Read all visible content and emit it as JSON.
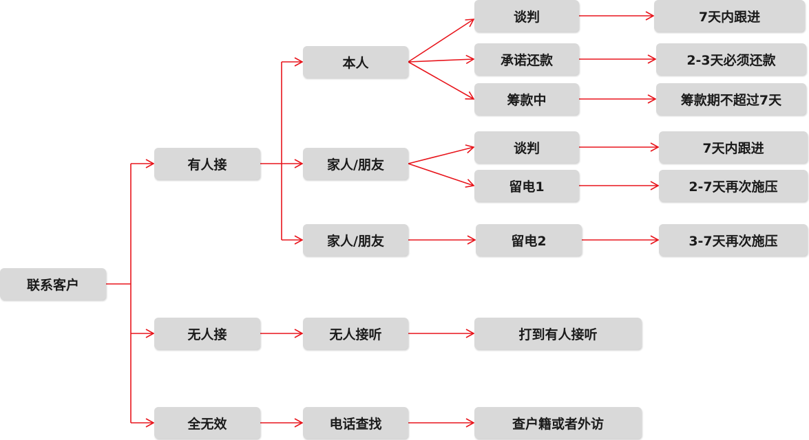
{
  "colors": {
    "node_fill": "#d9d9d9",
    "connector": "#e8141b",
    "text": "#1a1a1a"
  },
  "root": {
    "label": "联系客户"
  },
  "level1": {
    "answered": "有人接",
    "no_answer": "无人接",
    "invalid": "全无效"
  },
  "level2": {
    "self": "本人",
    "family_1": "家人/朋友",
    "family_2": "家人/朋友",
    "no_one": "无人接听",
    "phone_search": "电话查找"
  },
  "level3": {
    "self_negotiate": "谈判",
    "self_promise": "承诺还款",
    "self_raising": "筹款中",
    "family_negotiate": "谈判",
    "family_message_1": "留电1",
    "family_message_2": "留电2",
    "reach_someone": "打到有人接听",
    "check_visit": "查户籍或者外访"
  },
  "level4": {
    "self_negotiate_action": "7天内跟进",
    "self_promise_action": "2-3天必须还款",
    "self_raising_action": "筹款期不超过7天",
    "family_negotiate_action": "7天内跟进",
    "family_message_1_action": "2-7天再次施压",
    "family_message_2_action": "3-7天再次施压"
  }
}
